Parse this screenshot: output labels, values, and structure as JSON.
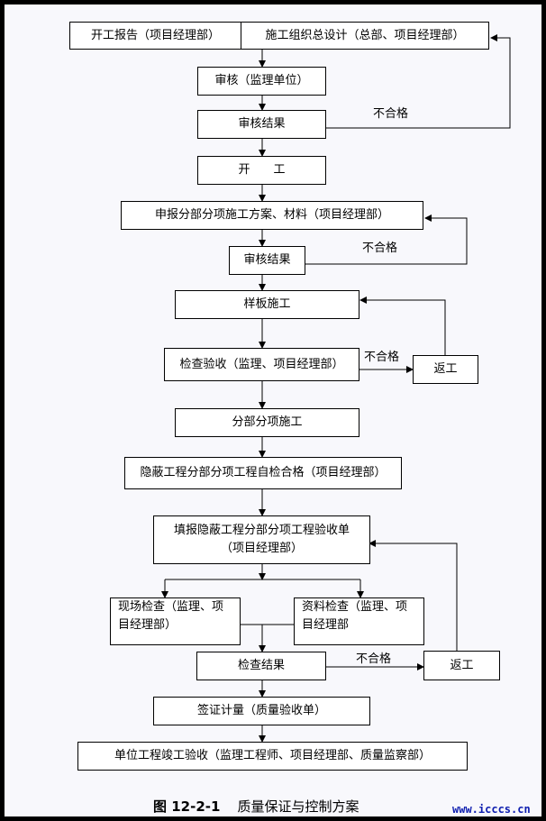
{
  "diagram": {
    "title": "质量保证与控制方案",
    "figure_number": "图 12-2-1",
    "watermark": "www.icccs.cn",
    "nodes": {
      "start_report": "开工报告（项目经理部）",
      "org_design": "施工组织总设计（总部、项目经理部）",
      "review_supervisor": "审核（监理单位）",
      "review_result_1": "审核结果",
      "commence": "开　　工",
      "submit_plan": "申报分部分项施工方案、材料（项目经理部）",
      "review_result_2": "审核结果",
      "sample_construction": "样板施工",
      "inspect_accept": "检查验收（监理、项目经理部）",
      "rework_1": "返工",
      "sub_construction": "分部分项施工",
      "hidden_selfcheck": "隐蔽工程分部分项工程自检合格（项目经理部）",
      "fill_form_line1": "填报隐蔽工程分部分项工程验收单",
      "fill_form_line2": "（项目经理部）",
      "site_check_line1": "现场检查（监理、项",
      "site_check_line2": "目经理部）",
      "doc_check_line1": "资料检查（监理、项",
      "doc_check_line2": "目经理部",
      "check_result": "检查结果",
      "rework_2": "返工",
      "sign_measure": "签证计量（质量验收单）",
      "final_accept": "单位工程竣工验收（监理工程师、项目经理部、质量监察部）"
    },
    "labels": {
      "fail_1": "不合格",
      "fail_2": "不合格",
      "fail_3": "不合格",
      "fail_4": "不合格"
    }
  }
}
